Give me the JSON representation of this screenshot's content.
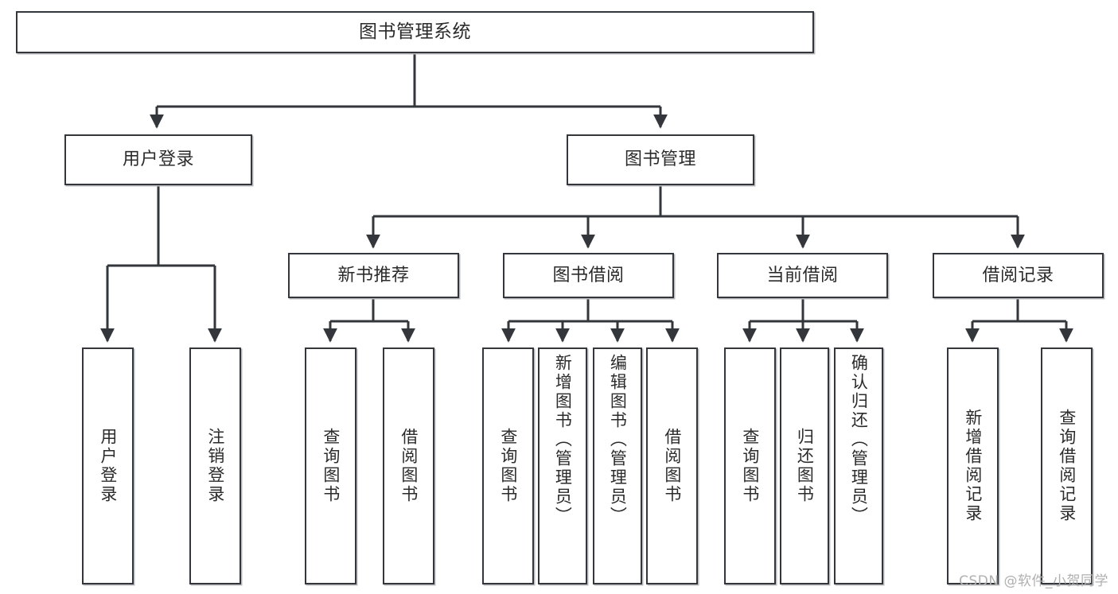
{
  "diagram": {
    "title": "图书管理系统",
    "type": "tree-hierarchy-chart",
    "line_color": "#33363a",
    "box_fill": "#ffffff",
    "text_color": "#2b2b2b"
  },
  "nodes": {
    "root": {
      "label": "图书管理系统"
    },
    "level2": [
      {
        "label": "用户登录"
      },
      {
        "label": "图书管理"
      }
    ],
    "level3": [
      {
        "label": "新书推荐"
      },
      {
        "label": "图书借阅"
      },
      {
        "label": "当前借阅"
      },
      {
        "label": "借阅记录"
      }
    ],
    "leaves": {
      "user_login": [
        {
          "label": "用户登录"
        },
        {
          "label": "注销登录"
        }
      ],
      "new_book": [
        {
          "label": "查询图书"
        },
        {
          "label": "借阅图书"
        }
      ],
      "book_borrow": [
        {
          "label": "查询图书"
        },
        {
          "label": "新增图书（管理员）"
        },
        {
          "label": "编辑图书（管理员）"
        },
        {
          "label": "借阅图书"
        }
      ],
      "current_borrow": [
        {
          "label": "查询图书"
        },
        {
          "label": "归还图书"
        },
        {
          "label": "确认归还（管理员）"
        }
      ],
      "borrow_record": [
        {
          "label": "新增借阅记录"
        },
        {
          "label": "查询借阅记录"
        }
      ]
    }
  },
  "watermark": {
    "text": "CSDN @软件_小贺同学"
  }
}
